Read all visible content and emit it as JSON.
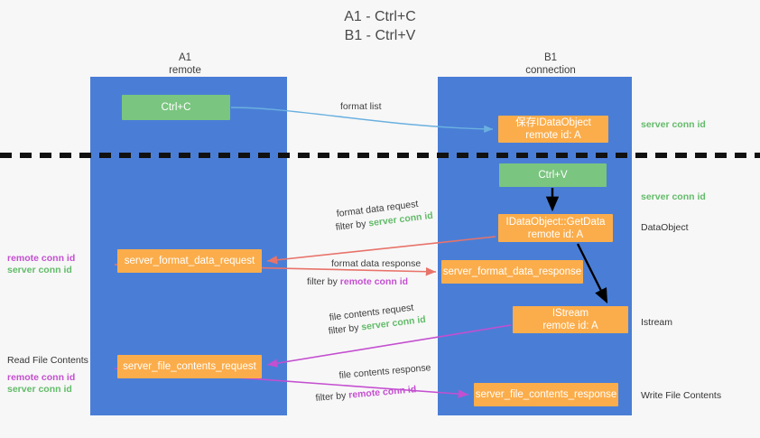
{
  "title": "A1 - Ctrl+C\nB1 - Ctrl+V",
  "colors": {
    "lane": "#4a7ed6",
    "green_node": "#7ac57f",
    "orange_node": "#fbad4b",
    "server_conn": "#63bb6a",
    "remote_conn": "#c44fd0",
    "arrow_blue": "#6ab0e0",
    "arrow_red": "#e8736a",
    "arrow_magenta": "#c44fd0",
    "arrow_black": "#000000",
    "background": "#f7f7f7"
  },
  "columns": {
    "left": {
      "name": "A1",
      "role": "remote",
      "header": "A1\nremote"
    },
    "right": {
      "name": "B1",
      "role": "connection",
      "header": "B1\nconnection"
    }
  },
  "nodes": {
    "ctrl_c": "Ctrl+C",
    "idataobject": "保存IDataObject\nremote id: A",
    "ctrl_v": "Ctrl+V",
    "getdata": "IDataObject::GetData\nremote id: A",
    "server_format_data_request": "server_format_data_request",
    "server_format_data_response": "server_format_data_response",
    "istream": "IStream\nremote id: A",
    "server_file_contents_request": "server_file_contents_request",
    "server_file_contents_response": "server_file_contents_response"
  },
  "edge_labels": {
    "format_list": "format list",
    "format_data_request": "format data request",
    "format_data_request_filter_prefix": "filter by ",
    "format_data_request_filter_value": "server conn id",
    "format_data_response": "format data response",
    "format_data_response_filter_prefix": "filter by ",
    "format_data_response_filter_value": "remote conn id",
    "file_contents_request": "file contents request",
    "file_contents_request_filter_prefix": "filter by ",
    "file_contents_request_filter_value": "server conn id",
    "file_contents_response": "file contents response",
    "file_contents_response_filter_prefix": "filter by ",
    "file_contents_response_filter_value": "remote conn id"
  },
  "right_annotations": {
    "server_conn_id_top": "server conn id",
    "server_conn_id_mid": "server conn id",
    "dataobject": "DataObject",
    "istream": "Istream",
    "write_file_contents": "Write File Contents"
  },
  "left_annotations": {
    "remote_conn_id_1": "remote conn id",
    "server_conn_id_1": "server conn id",
    "read_file_contents": "Read File Contents",
    "remote_conn_id_2": "remote conn id",
    "server_conn_id_2": "server conn id"
  }
}
